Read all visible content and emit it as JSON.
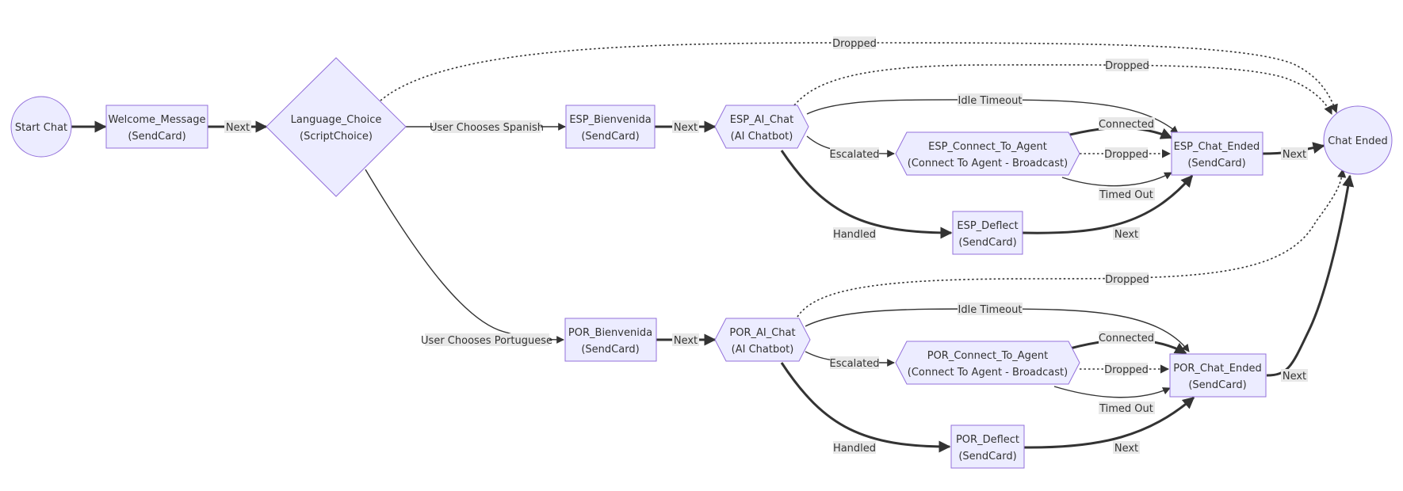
{
  "colors": {
    "node_fill": "#ececff",
    "node_stroke": "#9370db",
    "edge": "#333333",
    "label_background": "#e8e8e8",
    "text": "#333333"
  },
  "nodes": {
    "start_chat": {
      "line1": "Start Chat",
      "shape": "circle"
    },
    "welcome_message": {
      "line1": "Welcome_Message",
      "line2": "(SendCard)",
      "shape": "rectangle"
    },
    "language_choice": {
      "line1": "Language_Choice",
      "line2": "(ScriptChoice)",
      "shape": "diamond"
    },
    "esp_bienvenida": {
      "line1": "ESP_Bienvenida",
      "line2": "(SendCard)",
      "shape": "rectangle"
    },
    "esp_ai_chat": {
      "line1": "ESP_AI_Chat",
      "line2": "(AI Chatbot)",
      "shape": "hexagon"
    },
    "esp_connect_to_agent": {
      "line1": "ESP_Connect_To_Agent",
      "line2": "(Connect To Agent - Broadcast)",
      "shape": "hexagon"
    },
    "esp_deflect": {
      "line1": "ESP_Deflect",
      "line2": "(SendCard)",
      "shape": "rectangle"
    },
    "esp_chat_ended": {
      "line1": "ESP_Chat_Ended",
      "line2": "(SendCard)",
      "shape": "rectangle"
    },
    "por_bienvenida": {
      "line1": "POR_Bienvenida",
      "line2": "(SendCard)",
      "shape": "rectangle"
    },
    "por_ai_chat": {
      "line1": "POR_AI_Chat",
      "line2": "(AI Chatbot)",
      "shape": "hexagon"
    },
    "por_connect_to_agent": {
      "line1": "POR_Connect_To_Agent",
      "line2": "(Connect To Agent - Broadcast)",
      "shape": "hexagon"
    },
    "por_deflect": {
      "line1": "POR_Deflect",
      "line2": "(SendCard)",
      "shape": "rectangle"
    },
    "por_chat_ended": {
      "line1": "POR_Chat_Ended",
      "line2": "(SendCard)",
      "shape": "rectangle"
    },
    "chat_ended": {
      "line1": "Chat Ended",
      "shape": "circle"
    }
  },
  "edges": [
    {
      "from": "start_chat",
      "to": "welcome_message",
      "style": "thick"
    },
    {
      "from": "welcome_message",
      "to": "language_choice",
      "label": "Next",
      "style": "thick"
    },
    {
      "from": "language_choice",
      "to": "esp_bienvenida",
      "label": "User Chooses Spanish",
      "style": "plain"
    },
    {
      "from": "language_choice",
      "to": "por_bienvenida",
      "label": "User Chooses Portuguese",
      "style": "plain"
    },
    {
      "from": "language_choice",
      "to": "chat_ended",
      "label": "Dropped",
      "style": "dotted"
    },
    {
      "from": "esp_bienvenida",
      "to": "esp_ai_chat",
      "label": "Next",
      "style": "thick"
    },
    {
      "from": "esp_ai_chat",
      "to": "chat_ended",
      "label": "Dropped",
      "style": "dotted"
    },
    {
      "from": "esp_ai_chat",
      "to": "esp_chat_ended",
      "label": "Idle Timeout",
      "style": "plain"
    },
    {
      "from": "esp_ai_chat",
      "to": "esp_connect_to_agent",
      "label": "Escalated",
      "style": "plain"
    },
    {
      "from": "esp_ai_chat",
      "to": "esp_deflect",
      "label": "Handled",
      "style": "thick"
    },
    {
      "from": "esp_connect_to_agent",
      "to": "esp_chat_ended",
      "label": "Connected",
      "style": "thick"
    },
    {
      "from": "esp_connect_to_agent",
      "to": "esp_chat_ended",
      "label": "Dropped",
      "style": "dotted"
    },
    {
      "from": "esp_connect_to_agent",
      "to": "esp_chat_ended",
      "label": "Timed Out",
      "style": "plain"
    },
    {
      "from": "esp_deflect",
      "to": "esp_chat_ended",
      "label": "Next",
      "style": "thick"
    },
    {
      "from": "esp_chat_ended",
      "to": "chat_ended",
      "label": "Next",
      "style": "thick"
    },
    {
      "from": "por_bienvenida",
      "to": "por_ai_chat",
      "label": "Next",
      "style": "thick"
    },
    {
      "from": "por_ai_chat",
      "to": "chat_ended",
      "label": "Dropped",
      "style": "dotted"
    },
    {
      "from": "por_ai_chat",
      "to": "por_chat_ended",
      "label": "Idle Timeout",
      "style": "plain"
    },
    {
      "from": "por_ai_chat",
      "to": "por_connect_to_agent",
      "label": "Escalated",
      "style": "plain"
    },
    {
      "from": "por_ai_chat",
      "to": "por_deflect",
      "label": "Handled",
      "style": "thick"
    },
    {
      "from": "por_connect_to_agent",
      "to": "por_chat_ended",
      "label": "Connected",
      "style": "thick"
    },
    {
      "from": "por_connect_to_agent",
      "to": "por_chat_ended",
      "label": "Dropped",
      "style": "dotted"
    },
    {
      "from": "por_connect_to_agent",
      "to": "por_chat_ended",
      "label": "Timed Out",
      "style": "plain"
    },
    {
      "from": "por_deflect",
      "to": "por_chat_ended",
      "label": "Next",
      "style": "thick"
    },
    {
      "from": "por_chat_ended",
      "to": "chat_ended",
      "label": "Next",
      "style": "thick"
    }
  ]
}
